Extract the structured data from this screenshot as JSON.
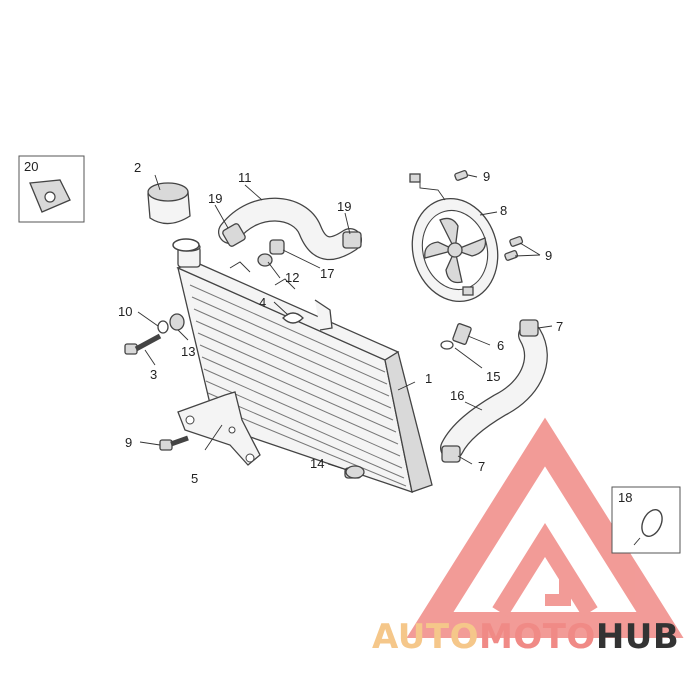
{
  "callouts": {
    "c1": "1",
    "c2": "2",
    "c3": "3",
    "c4": "4",
    "c5": "5",
    "c6": "6",
    "c7a": "7",
    "c7b": "7",
    "c8": "8",
    "c9a": "9",
    "c9b": "9",
    "c9c": "9",
    "c10": "10",
    "c11": "11",
    "c12": "12",
    "c13": "13",
    "c14": "14",
    "c15": "15",
    "c16": "16",
    "c17": "17",
    "c18": "18",
    "c19a": "19",
    "c19b": "19",
    "c20": "20"
  },
  "watermark": {
    "part1": "AUTO",
    "part2": "MOTO",
    "part3": "HUB",
    "color_light": "#f5c78a",
    "color_main": "#f08a86",
    "color_dark": "#333333"
  },
  "icons": {
    "watermark_logo": "triangle-m-logo-icon",
    "clip_nut": "clip-nut-icon",
    "hose_clip": "hose-clip-icon"
  }
}
